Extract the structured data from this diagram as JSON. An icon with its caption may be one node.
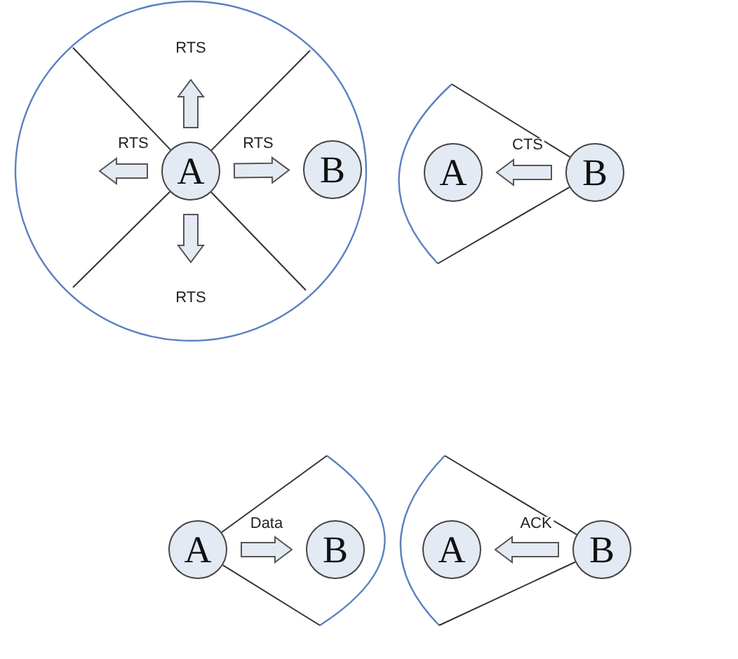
{
  "diagram": {
    "nodes": [
      {
        "text": [
          "A"
        ]
      },
      {
        "text": [
          "B"
        ]
      },
      {
        "text": [
          "A"
        ]
      },
      {
        "text": [
          "B"
        ]
      },
      {
        "text": [
          "A"
        ]
      },
      {
        "text": [
          "B"
        ]
      },
      {
        "text": [
          "A"
        ]
      },
      {
        "text": [
          "B"
        ]
      }
    ],
    "edges": [
      {
        "from": 0,
        "to": null,
        "arrow": "to",
        "label": "RTS"
      },
      {
        "from": 0,
        "to": null,
        "arrow": "to",
        "label": "RTS"
      },
      {
        "from": 0,
        "to": 1,
        "arrow": "to",
        "label": "RTS"
      },
      {
        "from": 0,
        "to": null,
        "arrow": "to",
        "label": "RTS"
      },
      {
        "from": 3,
        "to": 2,
        "arrow": "to",
        "label": "CTS"
      },
      {
        "from": 4,
        "to": 5,
        "arrow": "to",
        "label": "Data"
      },
      {
        "from": 7,
        "to": 6,
        "arrow": "to",
        "label": "ACK"
      }
    ]
  }
}
